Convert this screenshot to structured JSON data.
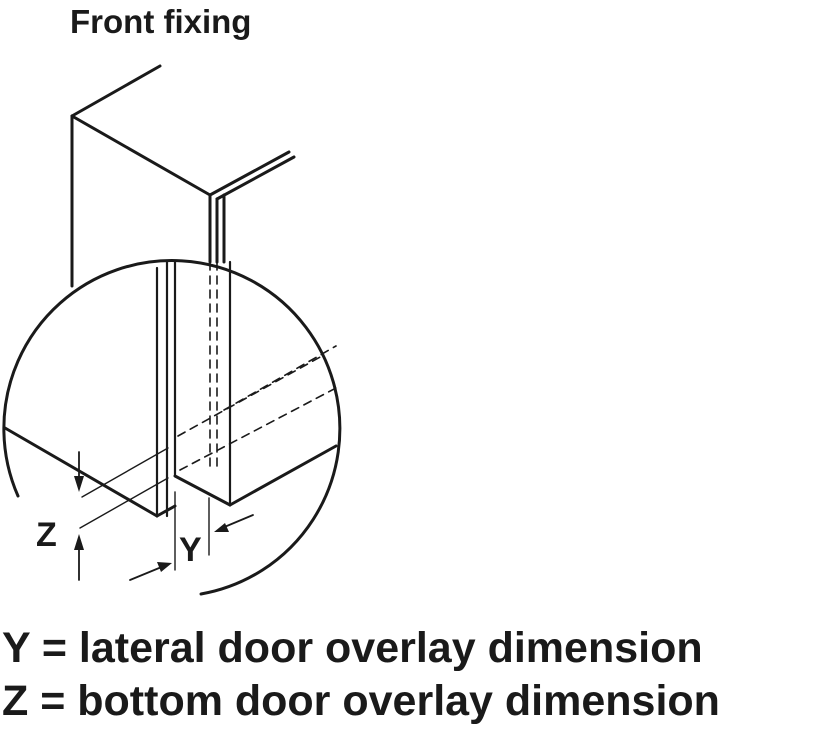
{
  "title": "Front fixing",
  "labels": {
    "z": "Z",
    "y": "Y"
  },
  "legend": {
    "y_line": "Y = lateral door overlay dimension",
    "z_line": "Z = bottom door overlay dimension"
  },
  "colors": {
    "line": "#1a1a1a",
    "background": "#ffffff"
  }
}
